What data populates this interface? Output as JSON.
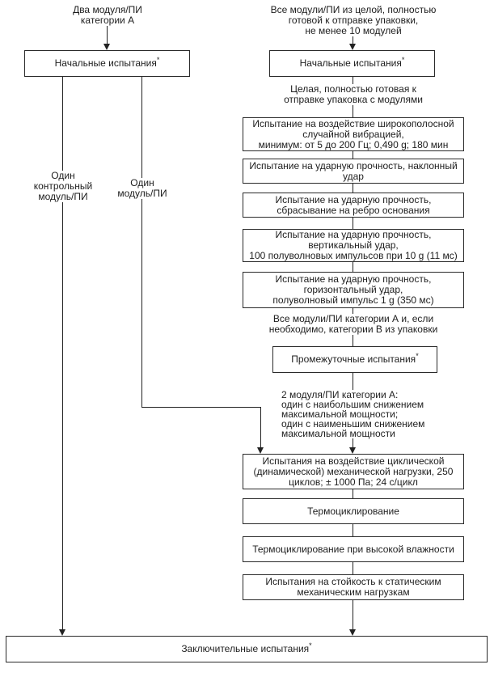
{
  "page": {
    "background_color": "#ffffff",
    "line_color": "#222222",
    "text_color": "#1d1d1d"
  },
  "nodes": {
    "initial_left": {
      "label": "Начальные испытания",
      "sup": "*"
    },
    "initial_right": {
      "label": "Начальные испытания",
      "sup": "*"
    },
    "vibration": {
      "label": "Испытание на воздействие широкополосной\nслучайной вибрацией,\nминимум: от 5 до 200 Гц; 0,490 g; 180 мин"
    },
    "incline_shock": {
      "label": "Испытание на ударную прочность, наклонный\nудар"
    },
    "edge_drop": {
      "label": "Испытание на ударную прочность,\nсбрасывание на ребро основания"
    },
    "vertical_shock": {
      "label": "Испытание на ударную прочность,\nвертикальный удар,\n100 полуволновых импульсов при 10 g (11 мс)"
    },
    "horizontal_shock": {
      "label": "Испытание на ударную прочность,\nгоризонтальный удар,\nполуволновый импульс 1 g (350 мс)"
    },
    "intermediate": {
      "label": "Промежуточные испытания",
      "sup": "*"
    },
    "cyclic_load": {
      "label": "Испытания на воздействие циклической\n(динамической) механической нагрузки, 250\nциклов; ± 1000 Па; 24 с/цикл"
    },
    "thermal_cycling": {
      "label": "Термоциклирование"
    },
    "humidity_thermal_cycling": {
      "label": "Термоциклирование при высокой влажности"
    },
    "static_load": {
      "label": "Испытания на стойкость к статическим\nмеханическим нагрузкам"
    },
    "final": {
      "label": "Заключительные испытания",
      "sup": "*"
    }
  },
  "annotations": {
    "two_modules_cat_a": "Два модуля/ПИ\nкатегории А",
    "all_modules_package": "Все модули/ПИ из целой, полностью\nготовой к отправке упаковки,\nне менее 10 модулей",
    "intact_package": "Целая, полностью готовая к\nотправке упаковка с модулями",
    "all_modules_category_ab": "Все модули/ПИ категории А и, если\nнеобходимо, категории В из упаковки",
    "two_modules_power": "2 модуля/ПИ категории А:\nодин с наибольшим снижением\nмаксимальной мощности;\nодин с наименьшим снижением\nмаксимальной мощности",
    "one_control_module": "Один\nконтрольный\nмодуль/ПИ",
    "one_module": "Один\nмодуль/ПИ"
  }
}
